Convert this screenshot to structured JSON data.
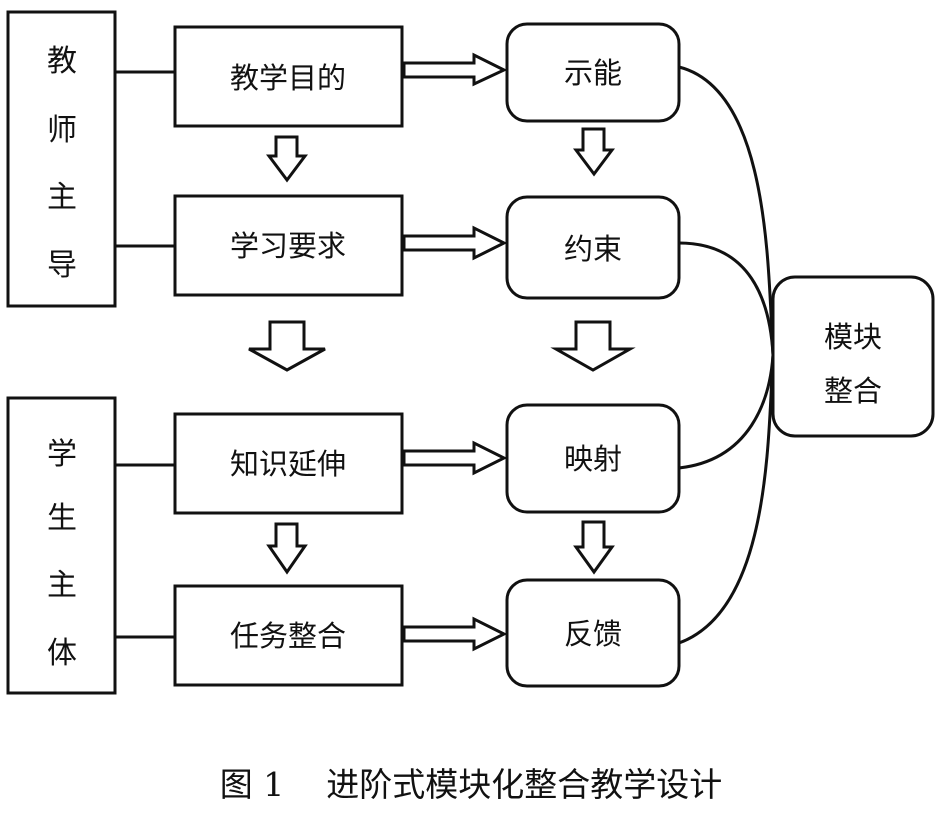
{
  "left_groups": {
    "teacher": [
      "教",
      "师",
      "主",
      "导"
    ],
    "student": [
      "学",
      "生",
      "主",
      "体"
    ]
  },
  "middle_boxes": [
    "教学目的",
    "学习要求",
    "知识延伸",
    "任务整合"
  ],
  "right_boxes": [
    "示能",
    "约束",
    "映射",
    "反馈"
  ],
  "module_box": [
    "模块",
    "整合"
  ],
  "caption": {
    "label": "图 1",
    "title": "进阶式模块化整合教学设计"
  }
}
